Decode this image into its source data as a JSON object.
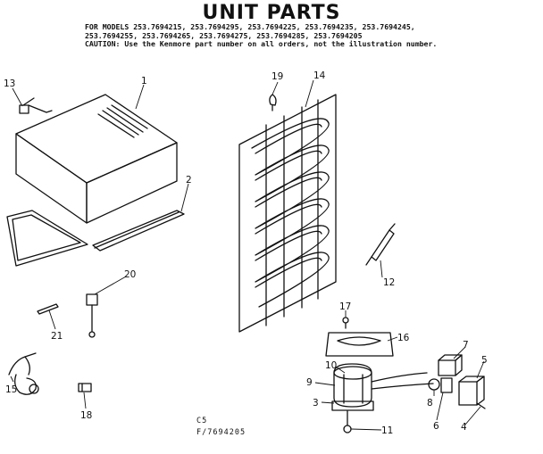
{
  "title": "UNIT PARTS",
  "models_line_1": "FOR MODELS 253.7694215, 253.7694295, 253.7694225, 253.7694235, 253.7694245,",
  "models_line_2": "253.7694255, 253.7694265, 253.7694275, 253.7694285, 253.7694205",
  "caution": "CAUTION: Use the Kenmore part number on all orders, not the illustration number.",
  "callouts": {
    "c1": "1",
    "c2": "2",
    "c3": "3",
    "c4": "4",
    "c5": "5",
    "c6": "6",
    "c7": "7",
    "c8": "8",
    "c9": "9",
    "c10": "10",
    "c11": "11",
    "c12": "12",
    "c13": "13",
    "c14": "14",
    "c15": "15",
    "c16": "16",
    "c17": "17",
    "c18": "18",
    "c19": "19",
    "c20": "20",
    "c21": "21"
  },
  "code_line_1": "C5",
  "code_line_2": "F/7694205"
}
